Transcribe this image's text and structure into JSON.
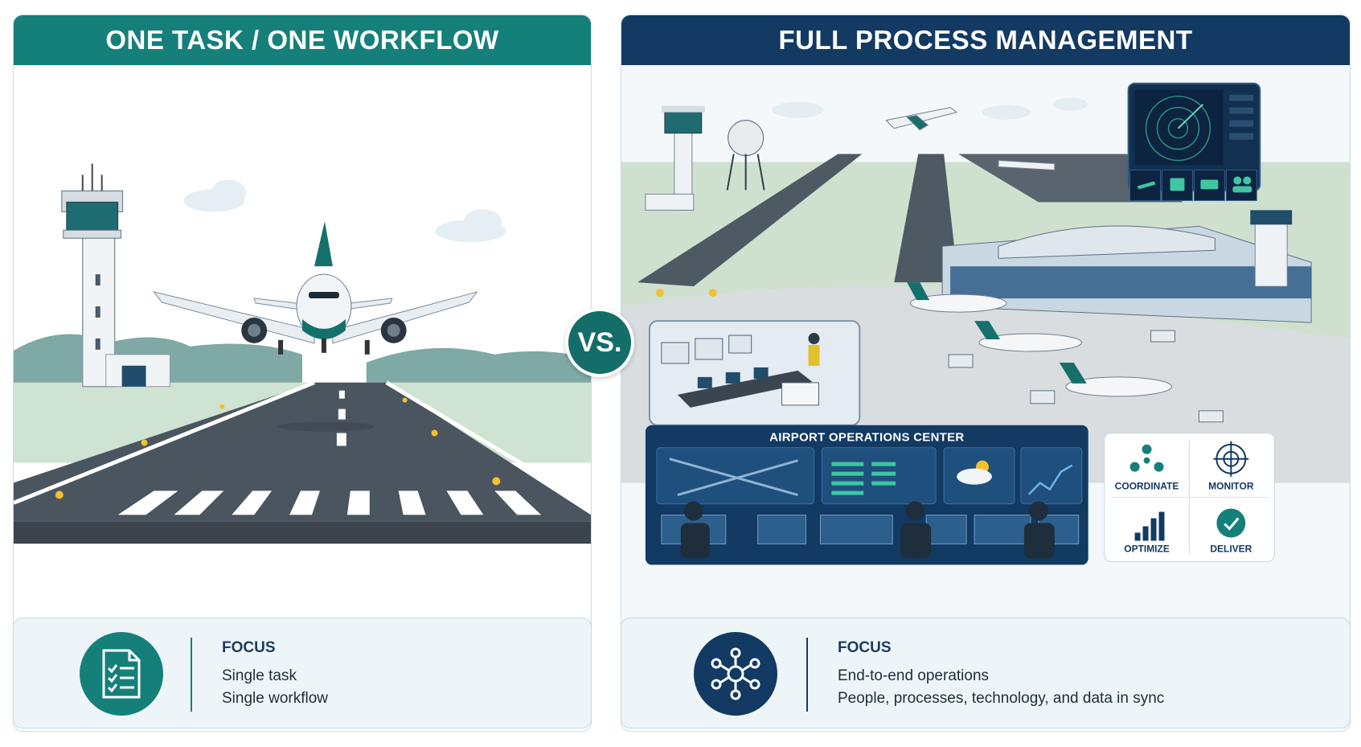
{
  "left": {
    "title": "ONE TASK / ONE WORKFLOW",
    "focus": {
      "title": "FOCUS",
      "lines": [
        "Single task",
        "Single workflow"
      ]
    },
    "icon": "checklist-document-icon",
    "accent": "#15807a"
  },
  "vs_label": "VS.",
  "right": {
    "title": "FULL PROCESS MANAGEMENT",
    "ops_center_title": "AIRPORT OPERATIONS CENTER",
    "functions": [
      "COORDINATE",
      "MONITOR",
      "OPTIMIZE",
      "DELIVER"
    ],
    "focus": {
      "title": "FOCUS",
      "lines": [
        "End-to-end operations",
        "People, processes, technology, and data in sync"
      ]
    },
    "icon": "network-hub-icon",
    "accent": "#123a63"
  }
}
